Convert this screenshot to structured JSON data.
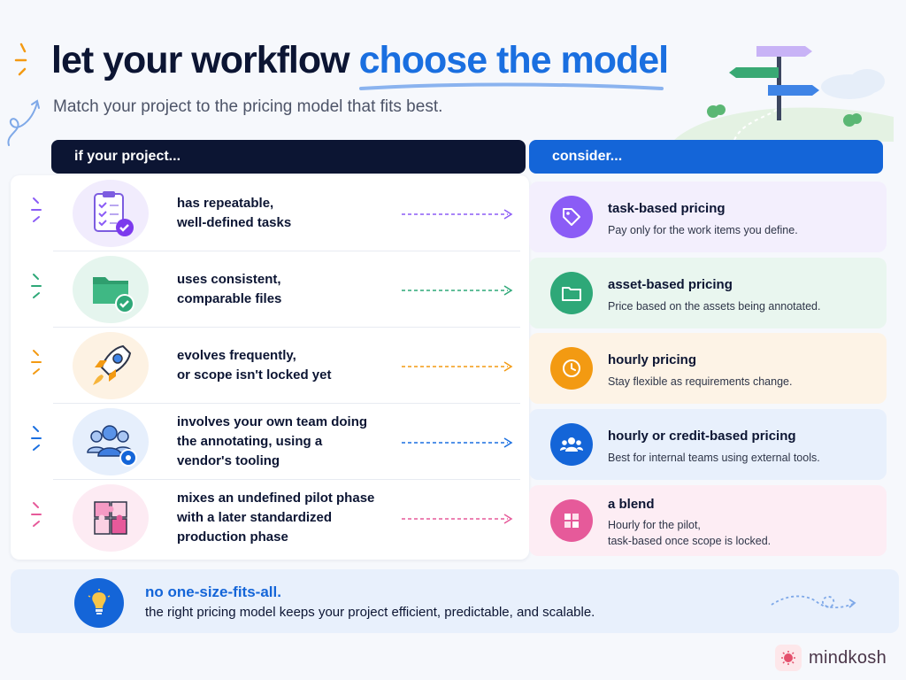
{
  "header": {
    "title_part1": "let your workflow",
    "title_part2": "choose the model",
    "subtitle": "Match your project to the pricing model that fits best."
  },
  "columns": {
    "left": "if your project...",
    "right": "consider..."
  },
  "rows": [
    {
      "line1": "has repeatable,",
      "line2": "well-defined tasks",
      "line3": "",
      "icon": "clipboard-check-icon",
      "accent": "#8b5cf6",
      "bg": "#f1ecfd",
      "card_bg": "#f3effd",
      "card_title": "task-based pricing",
      "card_desc1": "Pay only for the work items you define.",
      "card_desc2": "",
      "card_icon": "tag-icon"
    },
    {
      "line1": "uses consistent,",
      "line2": "comparable files",
      "line3": "",
      "icon": "folder-check-icon",
      "accent": "#2ea878",
      "bg": "#e5f5ee",
      "card_bg": "#e9f6ef",
      "card_title": "asset-based pricing",
      "card_desc1": "Price based on the assets being annotated.",
      "card_desc2": "",
      "card_icon": "folder-icon"
    },
    {
      "line1": "evolves frequently,",
      "line2": "or scope isn't locked yet",
      "line3": "",
      "icon": "rocket-icon",
      "accent": "#f39a12",
      "bg": "#fdf2e3",
      "card_bg": "#fdf3e6",
      "card_title": "hourly pricing",
      "card_desc1": "Stay flexible as requirements change.",
      "card_desc2": "",
      "card_icon": "clock-icon"
    },
    {
      "line1": "involves your own team doing",
      "line2": "the annotating, using a",
      "line3": "vendor's tooling",
      "icon": "team-gear-icon",
      "accent": "#1a6fe0",
      "bg": "#e6effc",
      "card_bg": "#e8f0fc",
      "card_title": "hourly or credit-based pricing",
      "card_desc1": "Best for internal teams using external tools.",
      "card_desc2": "",
      "card_icon": "people-icon"
    },
    {
      "line1": "mixes an undefined pilot phase",
      "line2": "with a later standardized",
      "line3": "production phase",
      "icon": "puzzle-icon",
      "accent": "#e65a9a",
      "bg": "#fdebf3",
      "card_bg": "#fdedf4",
      "card_title": "a blend",
      "card_desc1": "Hourly for the pilot,",
      "card_desc2": "task-based once scope is locked.",
      "card_icon": "puzzle-piece-icon"
    }
  ],
  "footer": {
    "title": "no one-size-fits-all.",
    "desc": "the right pricing model keeps your project efficient, predictable, and scalable.",
    "icon": "lightbulb-icon"
  },
  "brand": {
    "name": "mindkosh",
    "icon": "brain-icon"
  },
  "colors": {
    "navy": "#0c1533",
    "blue": "#1465d8",
    "purple": "#8b5cf6",
    "green": "#2ea878",
    "orange": "#f39a12",
    "pink": "#e65a9a"
  }
}
